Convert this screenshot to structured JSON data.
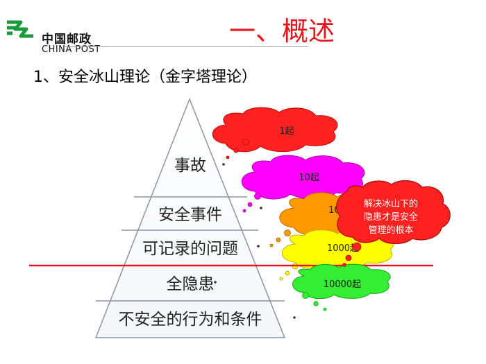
{
  "logo": {
    "name_cn": "中国邮政",
    "name_en": "CHINA POST",
    "color": "#1a9a3a"
  },
  "title": "一、概述",
  "subtitle": "1、安全冰山理论（金字塔理论）",
  "colors": {
    "title": "#e8141b",
    "waterline": "#e8141b",
    "pyramid_stroke": "#8a94a6"
  },
  "pyramid": {
    "levels": [
      {
        "label": "事故"
      },
      {
        "label": "安全事件"
      },
      {
        "label": "可记录的问题"
      },
      {
        "label": "全隐患"
      },
      {
        "label": "不安全的行为和条件"
      }
    ]
  },
  "clouds": [
    {
      "label": "1起",
      "color": "#ff2020"
    },
    {
      "label": "10起",
      "color": "#ff00ff"
    },
    {
      "label": "100起",
      "color": "#ff9900"
    },
    {
      "label": "1000起",
      "color": "#ffff00"
    },
    {
      "label": "10000起",
      "color": "#33ee33"
    }
  ],
  "callout": {
    "lines": [
      "解决冰山下的",
      "隐患才是安全",
      "管理的根本"
    ],
    "color": "#ff2020"
  }
}
